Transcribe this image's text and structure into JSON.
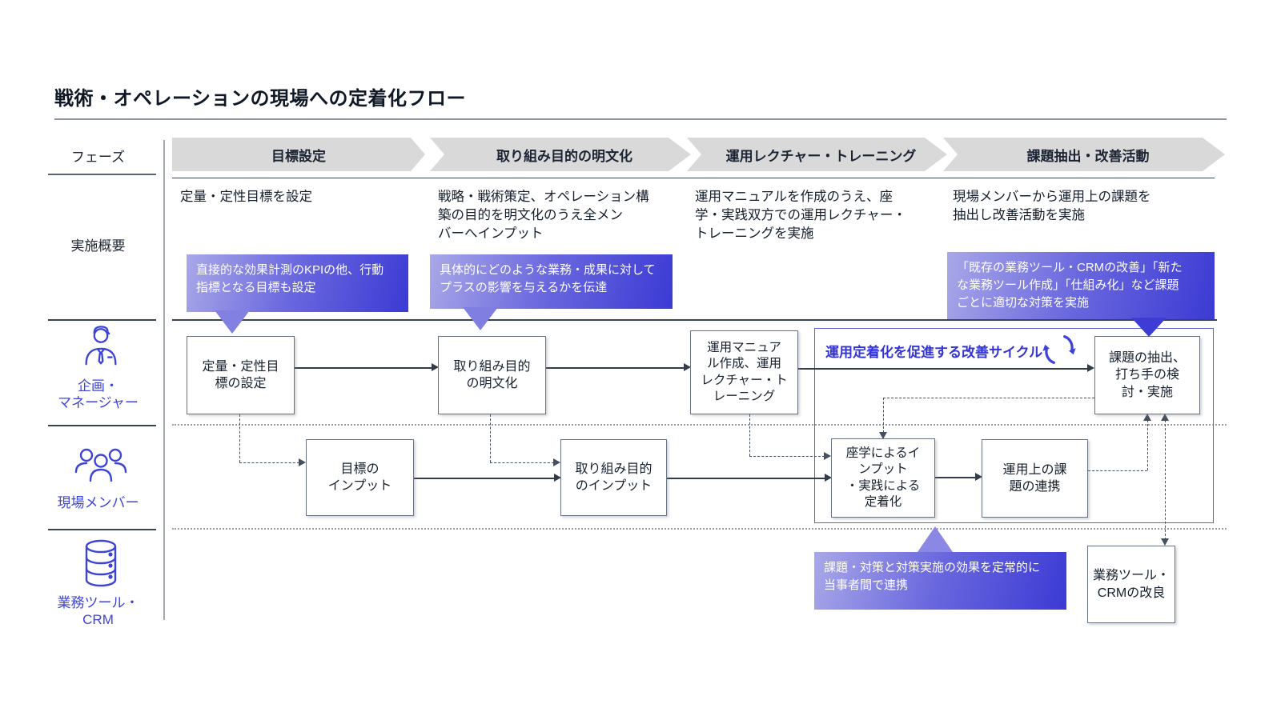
{
  "title": "戦術・オペレーションの現場への定着化フロー",
  "row_headers": {
    "phase": "フェーズ",
    "overview": "実施概要"
  },
  "actors": {
    "manager": {
      "label": "企画・\nマネージャー",
      "icon": "person-manager-icon"
    },
    "field": {
      "label": "現場メンバー",
      "icon": "team-icon"
    },
    "tools": {
      "label": "業務ツール・\nCRM",
      "icon": "database-icon"
    }
  },
  "phases": [
    {
      "label": "目標設定",
      "desc": "定量・定性目標を設定"
    },
    {
      "label": "取り組み目的の明文化",
      "desc": "戦略・戦術策定、オペレーション構\n築の目的を明文化のうえ全メン\nバーへインプット"
    },
    {
      "label": "運用レクチャー・トレーニング",
      "desc": "運用マニュアルを作成のうえ、座\n学・実践双方での運用レクチャー・\nトレーニングを実施"
    },
    {
      "label": "課題抽出・改善活動",
      "desc": "現場メンバーから運用上の課題を\n抽出し改善活動を実施"
    }
  ],
  "callouts": {
    "goal_kpi": "直接的な効果計測のKPIの他、行動\n指標となる目標も設定",
    "purpose_impact": "具体的にどのような業務・成果に対して\nプラスの影響を与えるかを伝達",
    "improvement_measures": "「既存の業務ツール・CRMの改善」「新た\nな業務ツール作成」「仕組み化」など課題\nごとに適切な対策を実施",
    "share_results": "課題・対策と対策実施の効果を定常的に\n当事者間で連携"
  },
  "cycle_label": "運用定着化を促進する改善サイクル",
  "cycle_icon": "cycle-arrows-icon",
  "boxes": {
    "set_goals": "定量・定性目\n標の設定",
    "clarify_purpose": "取り組み目的\nの明文化",
    "manual_training": "運用マニュア\nル作成、運用\nレクチャー・ト\nレーニング",
    "issue_extraction": "課題の抽出、\n打ち手の検\n討・実施",
    "goal_input": "目標の\nインプット",
    "purpose_input": "取り組み目的\nのインプット",
    "classroom_practice": "座学によるイ\nンプット\n・実践による\n定着化",
    "issue_sharing": "運用上の課\n題の連携",
    "tool_improvement": "業務ツール・\nCRMの改良"
  },
  "colors": {
    "accent_blue": "#3c44d8",
    "gradient_start": "#a9a8e8",
    "gradient_end": "#3b3ad4",
    "chevron_bg": "#d9d9d9",
    "text_dark": "#16202e"
  }
}
